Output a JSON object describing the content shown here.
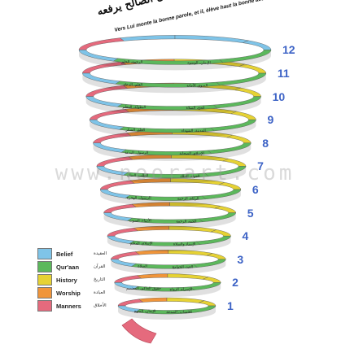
{
  "title": {
    "arabic": "يصعد الكلم الطيب والعمل الصالح يرفعه",
    "french": "Vers Lui monte la bonne parole, et il, élève haut la bonne action."
  },
  "watermark": "www.noorart.com",
  "levels": [
    "1",
    "2",
    "3",
    "4",
    "5",
    "6",
    "7",
    "8",
    "9",
    "10",
    "11",
    "12"
  ],
  "legend": [
    {
      "label": "Belief",
      "arabic": "العقيدة",
      "color": "#7fc4e8"
    },
    {
      "label": "Qur'aan",
      "arabic": "القرآن",
      "color": "#5cb85c"
    },
    {
      "label": "History",
      "arabic": "التاريخ",
      "color": "#e6d234"
    },
    {
      "label": "Worship",
      "arabic": "العبادة",
      "color": "#f0953a"
    },
    {
      "label": "Manners",
      "arabic": "الأخلاق",
      "color": "#e56a7d"
    }
  ],
  "spiral_labels": [
    "الإيمان، المنهج",
    "الحساب، الصدقة",
    "حقوق الحاكم، المعتصم",
    "الإسراء، الزواج",
    "الصلاة",
    "العيد، الجوامع",
    "الإسلام، المعلم",
    "الإسناد والصلاة",
    "الأنبياء، الصوت",
    "الجنة، الرحمة",
    "الرسول، الهجرة",
    "الزكاة، الرحمة",
    "الطلب، المنال",
    "الجهاد، الملك",
    "الرسول، البدعة",
    "الإسلام، الصحابة",
    "العلم، الشكر",
    "المدينة، الشهداء",
    "البطولة، المعلم",
    "الحج، الصلاة",
    "العلم، الدعاء",
    "الصوم، الأمانة",
    "الرحمة، الخلق",
    "الإيمان، الوضوء"
  ]
}
